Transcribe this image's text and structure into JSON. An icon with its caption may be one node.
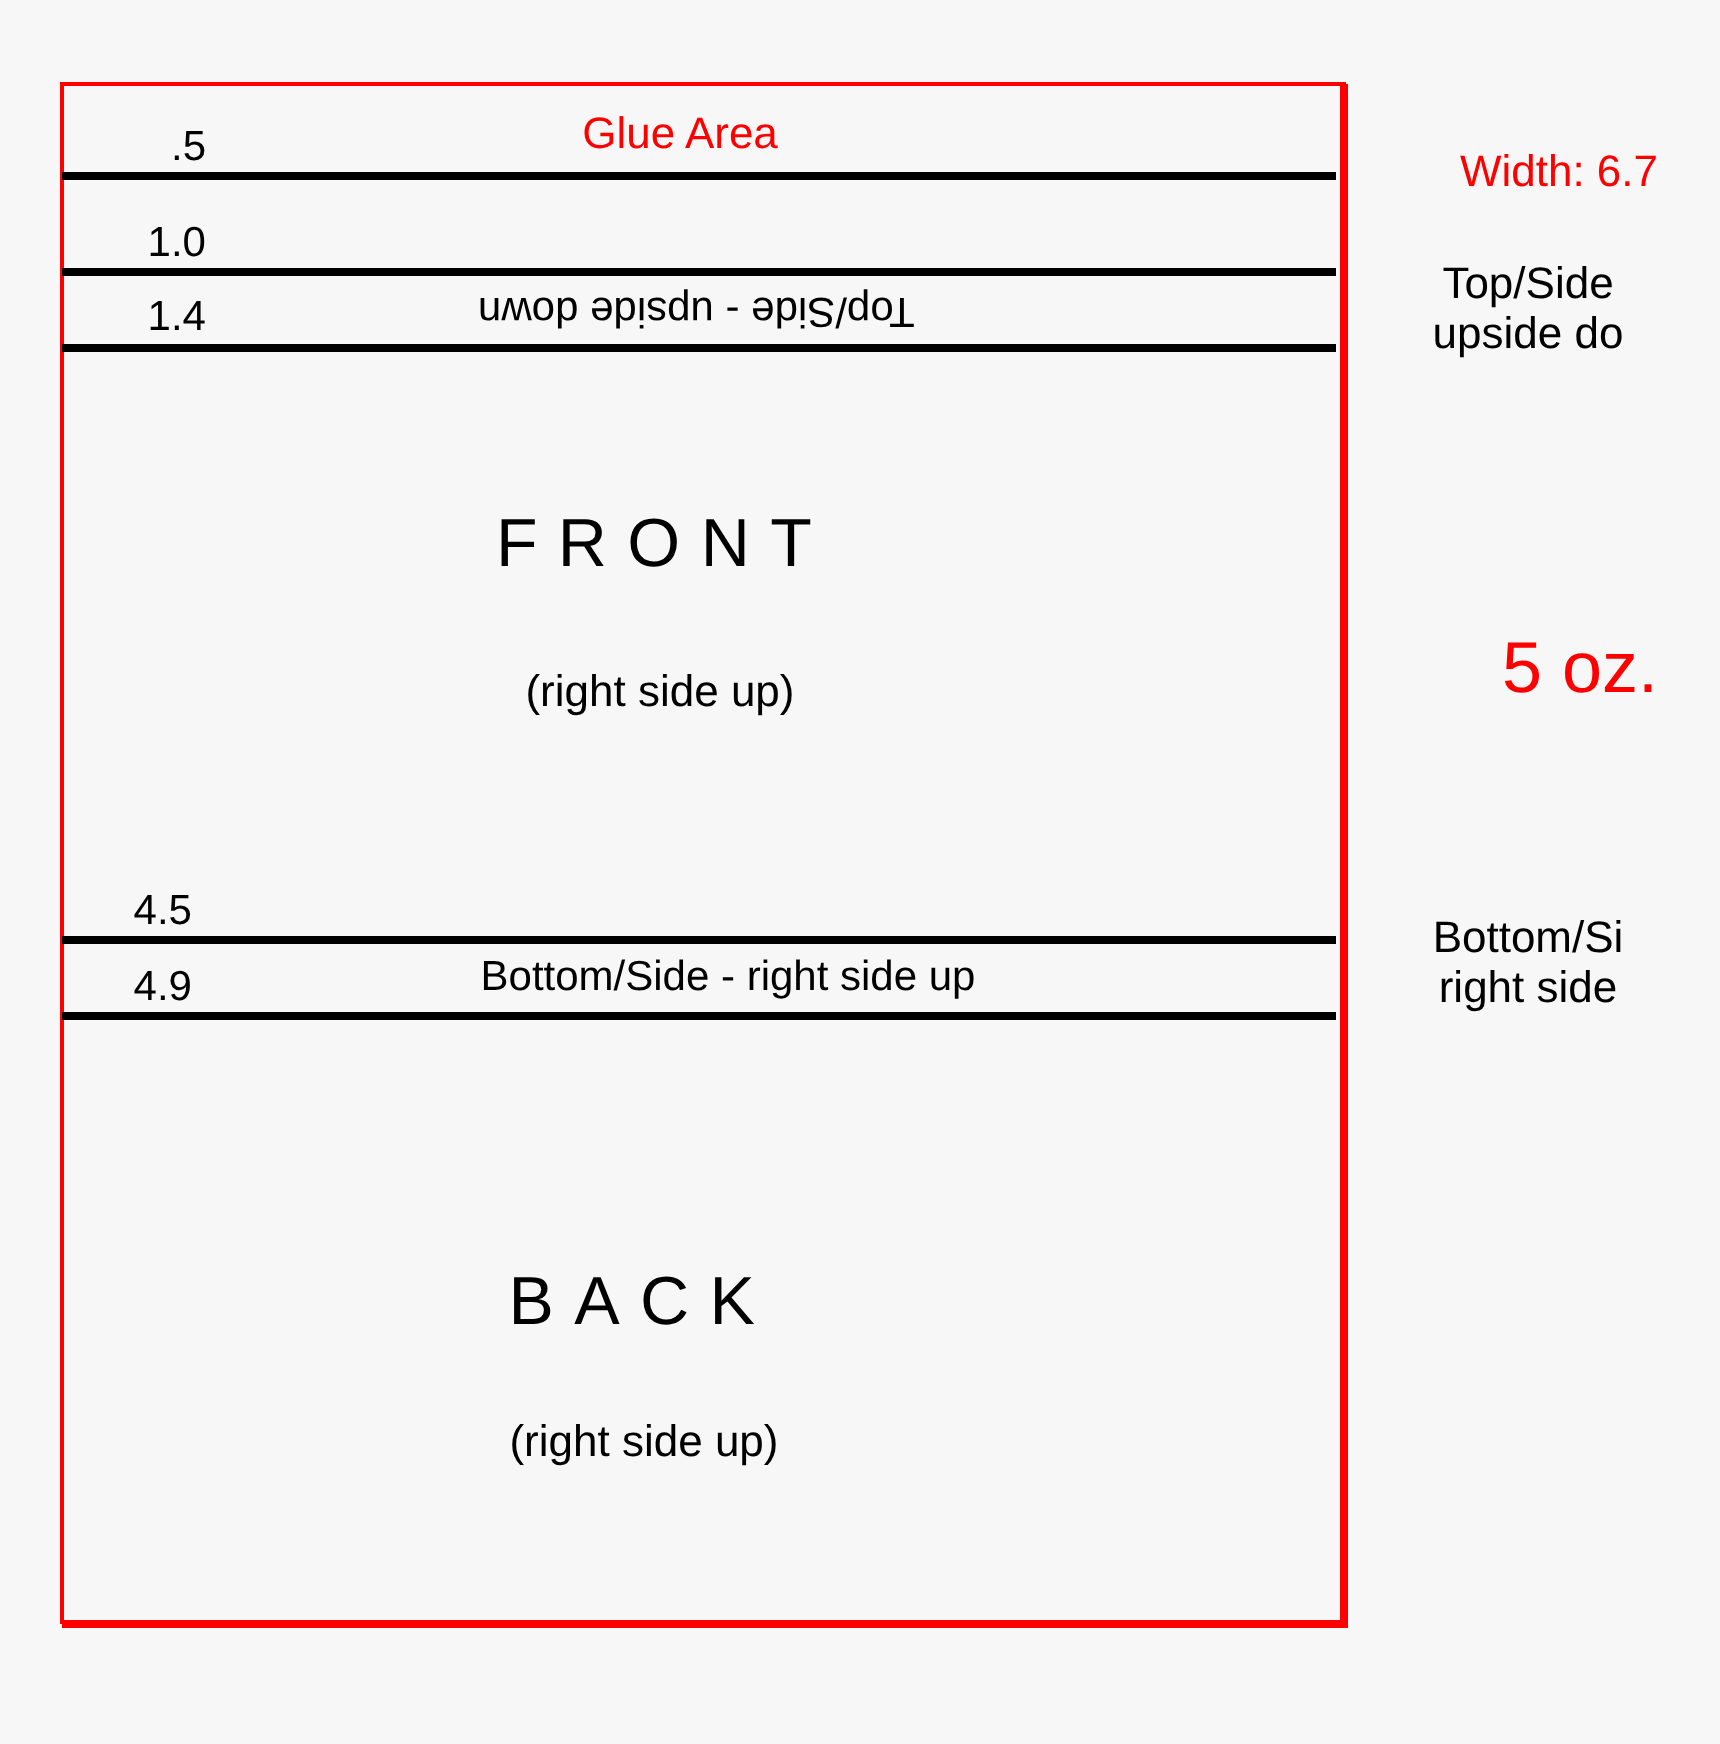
{
  "diagram": {
    "labels": [
      ".5",
      "Glue Area",
      "1.0",
      "1.4",
      "Top/Side  -  upside down",
      "FRONT",
      "(right side up)",
      "4.5",
      "4.9",
      "Bottom/Side  -  right side up",
      "BACK",
      "(right side up)",
      "Width:  6.7",
      "Top/Side upside do",
      "5 oz.",
      "Bottom/Si right side"
    ]
  }
}
